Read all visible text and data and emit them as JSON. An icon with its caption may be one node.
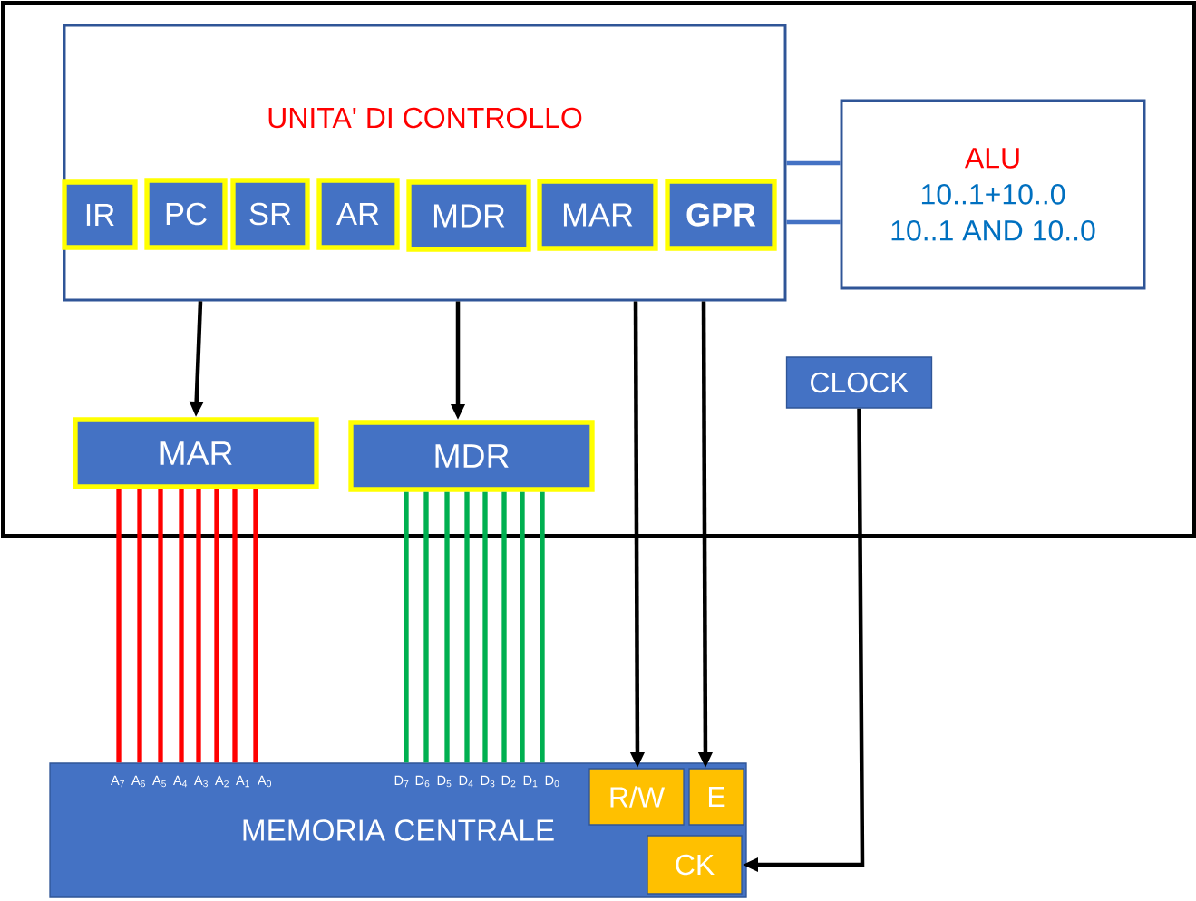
{
  "diagram": {
    "nodes": [
      {
        "text": [],
        "shape": "box"
      },
      {
        "text": [
          "UNITA' DI CONTROLLO"
        ],
        "in": 0
      },
      {
        "text": [
          "IR"
        ],
        "in": 1
      },
      {
        "text": [
          "PC"
        ],
        "in": 1
      },
      {
        "text": [
          "SR"
        ],
        "in": 1
      },
      {
        "text": [
          "AR"
        ],
        "in": 1
      },
      {
        "text": [
          "MDR"
        ],
        "in": 1
      },
      {
        "text": [
          "MAR"
        ],
        "in": 1
      },
      {
        "text": [
          "GPR"
        ],
        "in": 1
      },
      {
        "text": [
          "ALU",
          "10..1+10..0",
          "10..1 AND 10..0"
        ],
        "in": 0
      },
      {
        "text": [
          "MAR"
        ],
        "in": 0
      },
      {
        "text": [
          "MDR"
        ],
        "in": 0
      },
      {
        "text": [
          "CLOCK"
        ],
        "in": 0
      },
      {
        "text": [
          "MEMORIA CENTRALE"
        ]
      },
      {
        "text": [
          "R/W"
        ],
        "in": 13
      },
      {
        "text": [
          "E"
        ],
        "in": 13
      },
      {
        "text": [
          "CK"
        ],
        "in": 13
      }
    ],
    "edges": [
      {
        "from": 1,
        "to": 9,
        "arrow": "none",
        "color": "#4472c4"
      },
      {
        "from": 1,
        "to": 9,
        "arrow": "none",
        "color": "#4472c4"
      },
      {
        "from": 1,
        "to": 10,
        "arrow": "to",
        "color": "#000000"
      },
      {
        "from": 1,
        "to": 11,
        "arrow": "to",
        "color": "#000000"
      },
      {
        "from": 1,
        "to": 14,
        "arrow": "to",
        "color": "#000000"
      },
      {
        "from": 1,
        "to": 15,
        "arrow": "to",
        "color": "#000000"
      },
      {
        "from": 12,
        "to": 16,
        "arrow": "to",
        "color": "#000000"
      },
      {
        "from": 10,
        "to": 13,
        "arrow": "none",
        "color": "#ff0000"
      },
      {
        "from": 10,
        "to": 13,
        "arrow": "none",
        "color": "#ff0000"
      },
      {
        "from": 10,
        "to": 13,
        "arrow": "none",
        "color": "#ff0000"
      },
      {
        "from": 10,
        "to": 13,
        "arrow": "none",
        "color": "#ff0000"
      },
      {
        "from": 10,
        "to": 13,
        "arrow": "none",
        "color": "#ff0000"
      },
      {
        "from": 10,
        "to": 13,
        "arrow": "none",
        "color": "#ff0000"
      },
      {
        "from": 10,
        "to": 13,
        "arrow": "none",
        "color": "#ff0000"
      },
      {
        "from": 10,
        "to": 13,
        "arrow": "none",
        "color": "#ff0000"
      },
      {
        "from": 11,
        "to": 13,
        "arrow": "none",
        "color": "#00b050"
      },
      {
        "from": 11,
        "to": 13,
        "arrow": "none",
        "color": "#00b050"
      },
      {
        "from": 11,
        "to": 13,
        "arrow": "none",
        "color": "#00b050"
      },
      {
        "from": 11,
        "to": 13,
        "arrow": "none",
        "color": "#00b050"
      },
      {
        "from": 11,
        "to": 13,
        "arrow": "none",
        "color": "#00b050"
      },
      {
        "from": 11,
        "to": 13,
        "arrow": "none",
        "color": "#00b050"
      },
      {
        "from": 11,
        "to": 13,
        "arrow": "none",
        "color": "#00b050"
      },
      {
        "from": 11,
        "to": 13,
        "arrow": "none",
        "color": "#00b050"
      }
    ],
    "labels": [
      "A$_{7}$",
      "A$_{6}$",
      "A$_{5}$",
      "A$_{4}$",
      "A$_{3}$",
      "A$_{2}$",
      "A$_{1}$",
      "A$_{0}$",
      "D$_{7}$",
      "D$_{6}$",
      "D$_{5}$",
      "D$_{4}$",
      "D$_{3}$",
      "D$_{2}$",
      "D$_{1}$",
      "D$_{0}$"
    ]
  }
}
